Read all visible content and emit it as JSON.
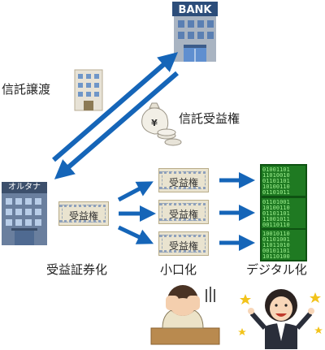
{
  "bank": {
    "sign": "BANK"
  },
  "company": {
    "name": "オルタナ"
  },
  "labels": {
    "trust_transfer": "信託譲渡",
    "trust_beneficial_right": "信託受益権",
    "securitization": "受益証券化",
    "fractionalization": "小口化",
    "digitalization": "デジタル化"
  },
  "certificates": [
    {
      "text": "受益権"
    },
    {
      "text": "受益権"
    },
    {
      "text": "受益権"
    },
    {
      "text": "受益権"
    }
  ],
  "digital_bits": [
    {
      "text": "01001101\n11010010\n01101101\n10100110\n01101011"
    },
    {
      "text": "01101001\n10100110\n01101101\n11001011\n00110110"
    },
    {
      "text": "10010110\n01101001\n11011010\n00101101\n10110100"
    }
  ],
  "colors": {
    "arrow": "#1565b8",
    "chip": "#1f7a22",
    "bank_sign": "#2c4d7a"
  }
}
